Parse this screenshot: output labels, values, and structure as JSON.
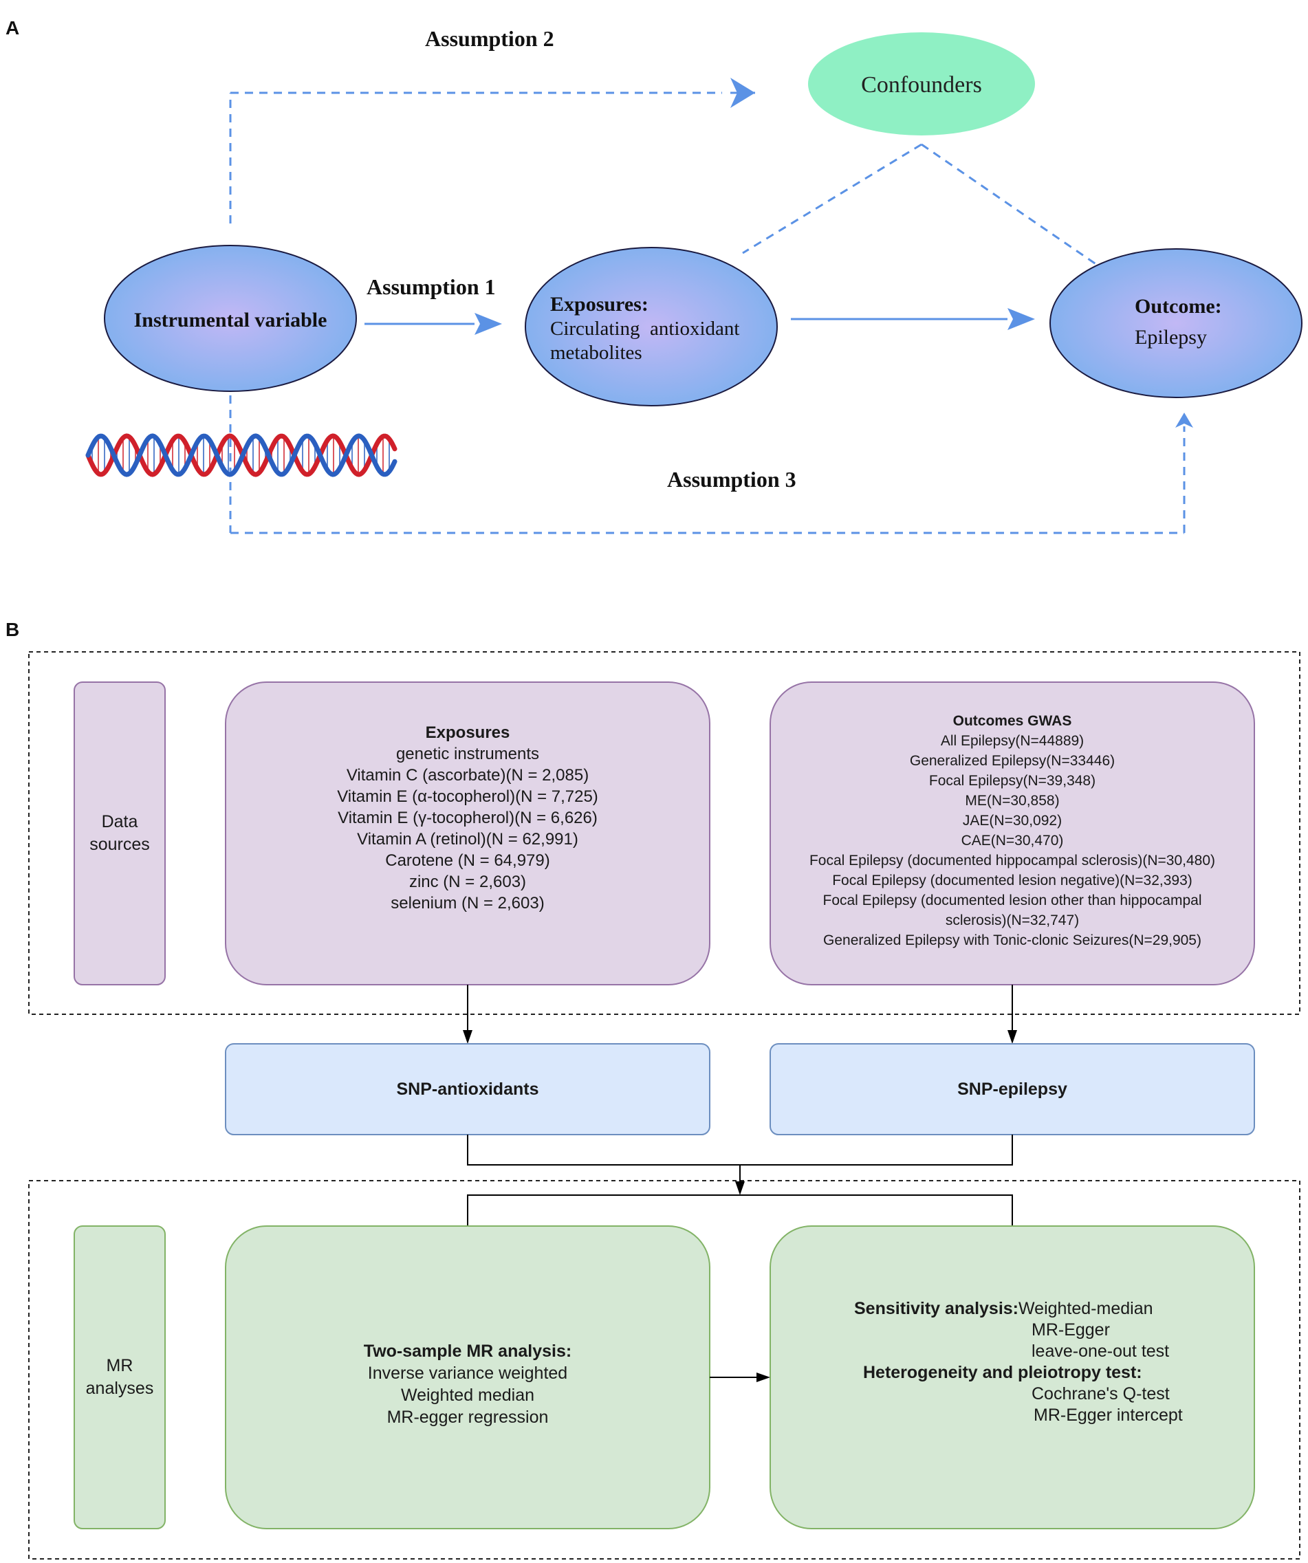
{
  "panel_a": {
    "label": "A",
    "assumption_1": "Assumption 1",
    "assumption_2": "Assumption 2",
    "assumption_3": "Assumption 3",
    "confounders": "Confounders",
    "instrumental_variable": "Instrumental variable",
    "exposures_title": "Exposures:",
    "exposures_line1": "Circulating  antioxidant",
    "exposures_line2": "metabolites",
    "outcome_title": "Outcome:",
    "outcome_value": "Epilepsy"
  },
  "panel_b": {
    "label": "B",
    "data_sources": [
      "Data",
      "sources"
    ],
    "mr_analyses": [
      "MR",
      "analyses"
    ],
    "exposures": {
      "title": "Exposures",
      "subtitle": "genetic instruments",
      "items": [
        "Vitamin C (ascorbate)(N = 2,085)",
        "Vitamin E (α-tocopherol)(N = 7,725)",
        "Vitamin E (γ-tocopherol)(N = 6,626)",
        "Vitamin A (retinol)(N = 62,991)",
        "Carotene (N = 64,979)",
        "zinc (N = 2,603)",
        "selenium (N = 2,603)"
      ]
    },
    "outcomes": {
      "title": "Outcomes GWAS",
      "items": [
        "All Epilepsy(N=44889)",
        "Generalized Epilepsy(N=33446)",
        "Focal Epilepsy(N=39,348)",
        "ME(N=30,858)",
        "JAE(N=30,092)",
        "CAE(N=30,470)",
        "Focal Epilepsy (documented hippocampal sclerosis)(N=30,480)",
        "Focal Epilepsy (documented lesion negative)(N=32,393)",
        "Focal Epilepsy (documented lesion other than hippocampal",
        "sclerosis)(N=32,747)",
        "Generalized Epilepsy with Tonic-clonic Seizures(N=29,905)"
      ]
    },
    "snp_antioxidants": "SNP-antioxidants",
    "snp_epilepsy": "SNP-epilepsy",
    "mr_analysis": {
      "title": "Two-sample MR analysis:",
      "items": [
        "Inverse variance weighted",
        "Weighted median",
        "MR-egger regression"
      ]
    },
    "sensitivity": {
      "sensitivity_label": "Sensitivity analysis:",
      "sensitivity_first": "Weighted-median",
      "sensitivity_items": [
        "MR-Egger",
        "leave-one-out test"
      ],
      "heterogeneity_label": "Heterogeneity and pleiotropy test:",
      "heterogeneity_items": [
        "Cochrane's Q-test",
        "MR-Egger intercept"
      ]
    }
  },
  "colors": {
    "ellipse_blue": "#9fb9f0",
    "ellipse_purple": "#b9b0f2",
    "confounders_green": "#8ff0c4",
    "arrow_blue": "#5b92e5",
    "purple_fill": "#e1d5e7",
    "purple_stroke": "#9673a6",
    "blue_fill": "#dae8fc",
    "blue_stroke": "#6c8ebf",
    "green_fill": "#d5e8d4",
    "green_stroke": "#82b366",
    "dna_red": "#d0202a",
    "dna_blue": "#2a5fc0"
  }
}
